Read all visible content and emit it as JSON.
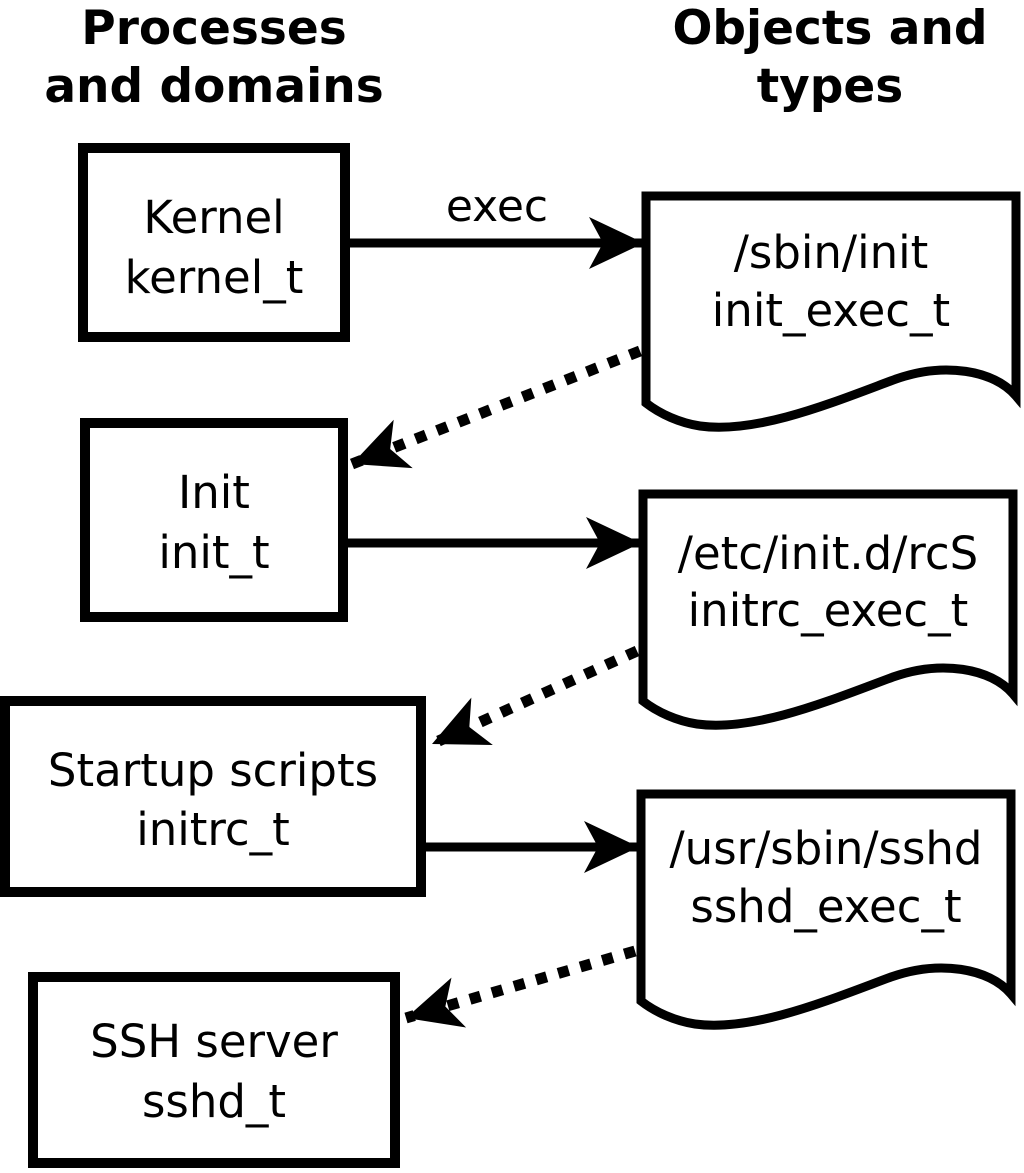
{
  "column_titles": {
    "left": {
      "line1": "Processes",
      "line2": "and domains"
    },
    "right": {
      "line1": "Objects and",
      "line2": "types"
    }
  },
  "processes": [
    {
      "label": "Kernel",
      "domain": "kernel_t"
    },
    {
      "label": "Init",
      "domain": "init_t"
    },
    {
      "label": "Startup scripts",
      "domain": "initrc_t"
    },
    {
      "label": "SSH server",
      "domain": "sshd_t"
    }
  ],
  "objects": [
    {
      "path": "/sbin/init",
      "type": "init_exec_t"
    },
    {
      "path": "/etc/init.d/rcS",
      "type": "initrc_exec_t"
    },
    {
      "path": "/usr/sbin/sshd",
      "type": "sshd_exec_t"
    }
  ],
  "edge_labels": {
    "exec": "exec"
  },
  "colors": {
    "ink": "#000000",
    "background": "#ffffff"
  }
}
